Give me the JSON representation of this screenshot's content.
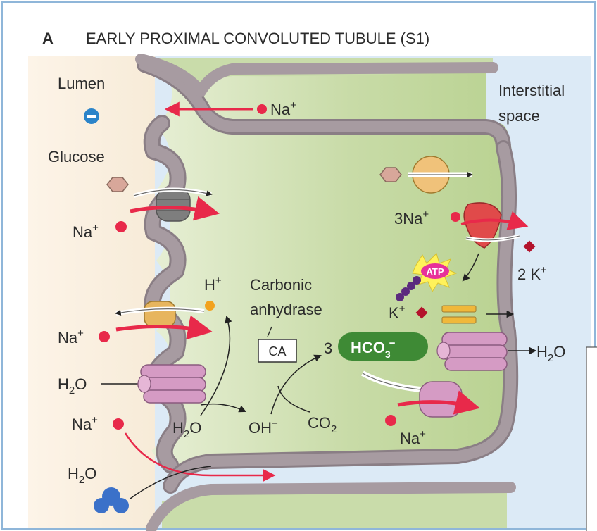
{
  "panel": {
    "letter": "A",
    "title": "EARLY PROXIMAL CONVOLUTED TUBULE (S1)"
  },
  "labels": {
    "lumen": "Lumen",
    "interstitial_line1": "Interstitial",
    "interstitial_line2": "space",
    "glucose": "Glucose",
    "carbonic_line1": "Carbonic",
    "carbonic_line2": "anhydrase",
    "ca_box": "CA",
    "atp": "ATP",
    "hco3_coefficient": "3",
    "hco3_base": "HCO",
    "hco3_sub": "3",
    "hco3_sup": "−",
    "na_top_base": "Na",
    "na_top_sup": "+",
    "na_glucose_base": "Na",
    "na_glucose_sup": "+",
    "na_nhe_base": "Na",
    "na_nhe_sup": "+",
    "h2o_left_base": "H",
    "h2o_left_sub": "2",
    "h2o_left_o": "O",
    "na_para_base": "Na",
    "na_para_sup": "+",
    "h2o_para_base": "H",
    "h2o_para_sub": "2",
    "h2o_para_o": "O",
    "h_plus_base": "H",
    "h_plus_sup": "+",
    "h2o_center_base": "H",
    "h2o_center_sub": "2",
    "h2o_center_o": "O",
    "oh_base": "OH",
    "oh_sup": "−",
    "co2_base": "CO",
    "co2_sub": "2",
    "na3_base": "3Na",
    "na3_sup": "+",
    "k2_base": "2 K",
    "k2_sup": "+",
    "k_base": "K",
    "k_sup": "+",
    "h2o_right_base": "H",
    "h2o_right_sub": "2",
    "h2o_right_o": "O",
    "na_bottom_base": "Na",
    "na_bottom_sup": "+"
  },
  "colors": {
    "frame": "#8fb6d9",
    "lumen_fill": "#fbeede",
    "cell_fill": "#c9dcaa",
    "interstitium_fill": "#dceaf6",
    "membrane": "#a79ba1",
    "membrane_edge": "#8a7e85",
    "sodium": "#e8294a",
    "red_arrow": "#e8294a",
    "proton": "#f2a21e",
    "potassium": "#b3132c",
    "hco3_pill": "#3e8a35",
    "aquaporin": "#d59bc4",
    "glucose_shape": "#d8a79a",
    "cotransporter": "#7e7e7e",
    "antiporter": "#e7b55e",
    "pump": "#e04a4a",
    "k_channel": "#f0b83a",
    "atp_burst": "#e7319a",
    "water_blob": "#3b71c9",
    "lumen_charge": "#2b84c9"
  }
}
